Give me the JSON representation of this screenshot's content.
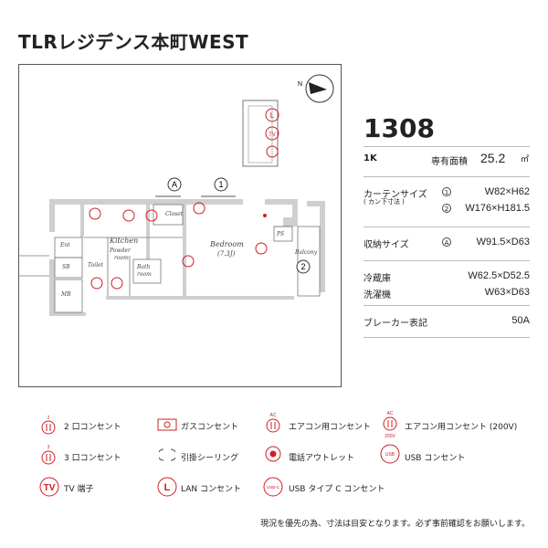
{
  "title": "TLRレジデンス本町WEST",
  "plan": {
    "rooms": {
      "kitchen": "Kitchen",
      "bedroom": "Bedroom",
      "bedroom_size": "(7.3J)",
      "closet": "Closet",
      "ent": "Ent",
      "sb": "SB",
      "mb": "MB",
      "toilet": "Toilet",
      "powder1": "Powder",
      "powder2": "room",
      "bath1": "Bath",
      "bath2": "room",
      "ps": "PS",
      "balcony": "Balcony"
    },
    "marks": {
      "a": "A",
      "one": "1",
      "two": "2",
      "l": "L",
      "tv": "TV",
      "n": "N"
    }
  },
  "info": {
    "room_number": "1308",
    "type": "1K",
    "area_label": "専有面積",
    "area_value": "25.2",
    "area_unit": "㎡",
    "curtain_label": "カーテンサイズ",
    "curtain_sub": "( カン下寸法 )",
    "curtain_1_mark": "1",
    "curtain_1": "W82×H62",
    "curtain_2_mark": "2",
    "curtain_2": "W176×H181.5",
    "storage_label": "収納サイズ",
    "storage_mark": "A",
    "storage": "W91.5×D63",
    "fridge_label": "冷蔵庫",
    "fridge": "W62.5×D52.5",
    "washer_label": "洗濯機",
    "washer": "W63×D63",
    "breaker_label": "ブレーカー表記",
    "breaker": "50A"
  },
  "legend": {
    "outlet2": "2 口コンセント",
    "gas": "ガスコンセント",
    "ac": "エアコン用コンセント",
    "ac200": "エアコン用コンセント (200V)",
    "outlet3": "3 口コンセント",
    "ceiling": "引掛シーリング",
    "phone": "電話アウトレット",
    "usb": "USB コンセント",
    "tv": "TV 端子",
    "lan": "LAN コンセント",
    "usbc": "USB タイプ C コンセント",
    "icon_2": "2",
    "icon_3": "3",
    "icon_ac": "AC",
    "icon_200v": "200V",
    "icon_tv": "TV",
    "icon_l": "L",
    "icon_usb": "USB",
    "icon_usbc": "USB-C"
  },
  "note": "現況を優先の為、寸法は目安となります。必ず事前確認をお願いします。",
  "colors": {
    "accent": "#cc1f24",
    "wall": "#cfcfcf",
    "line": "#555555"
  }
}
